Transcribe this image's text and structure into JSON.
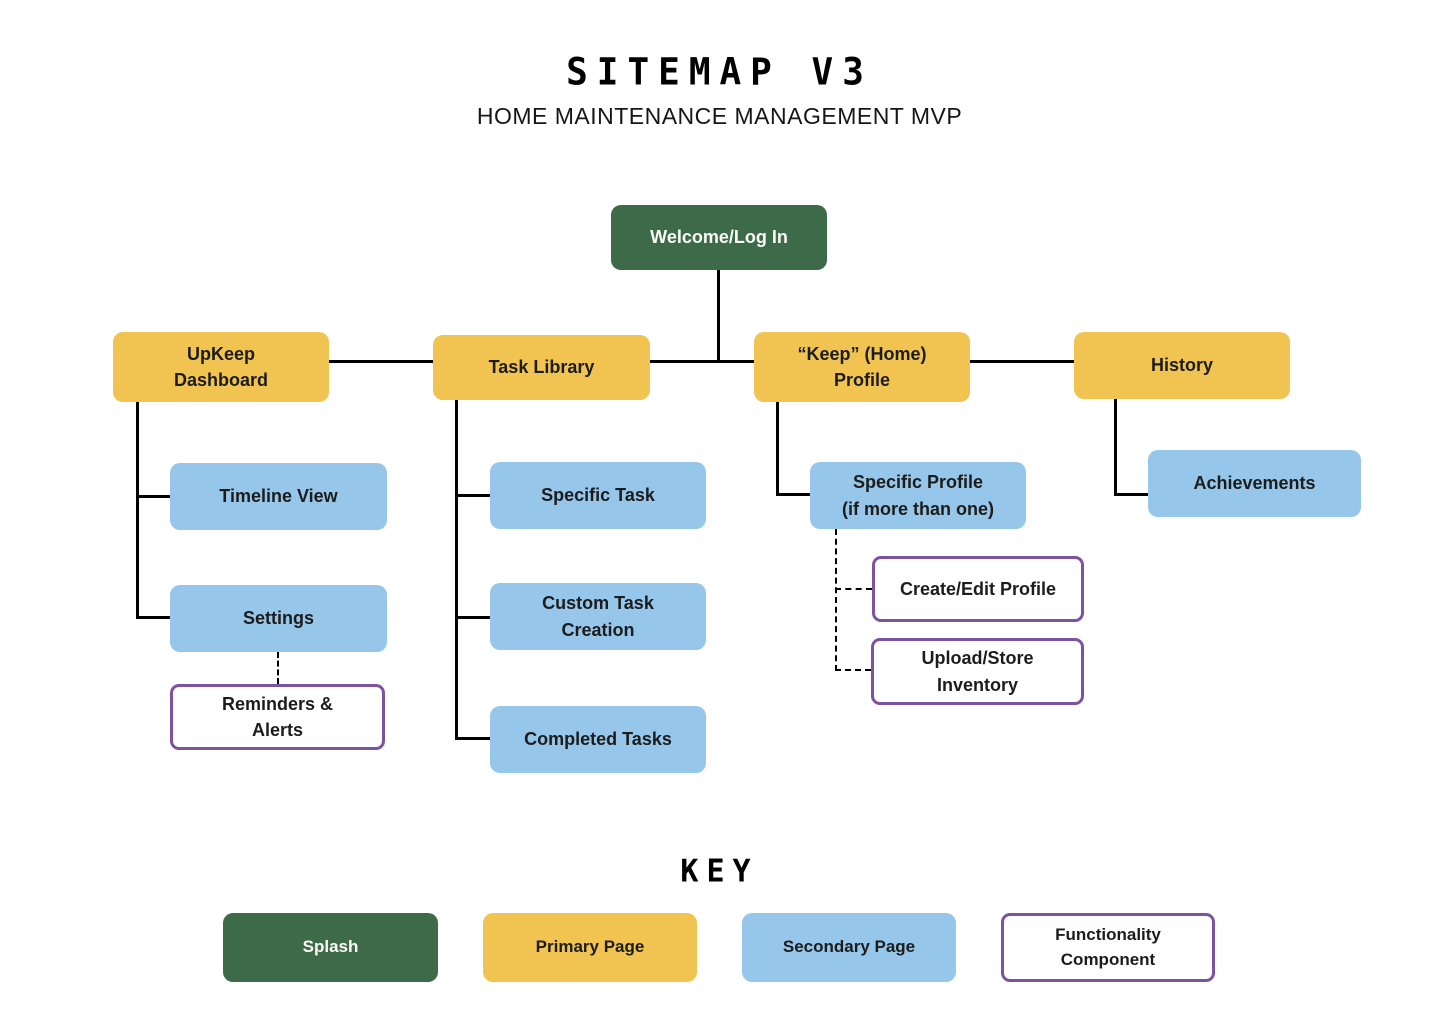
{
  "header": {
    "title": "SITEMAP V3",
    "subtitle": "HOME MAINTENANCE MANAGEMENT MVP"
  },
  "nodes": {
    "welcome": {
      "label": "Welcome/Log In",
      "type": "splash"
    },
    "upkeep_dashboard": {
      "label": "UpKeep\nDashboard",
      "type": "primary"
    },
    "task_library": {
      "label": "Task Library",
      "type": "primary"
    },
    "keep_home_profile": {
      "label": "“Keep” (Home)\nProfile",
      "type": "primary"
    },
    "history": {
      "label": "History",
      "type": "primary"
    },
    "timeline_view": {
      "label": "Timeline View",
      "type": "secondary"
    },
    "settings": {
      "label": "Settings",
      "type": "secondary"
    },
    "reminders_alerts": {
      "label": "Reminders &\nAlerts",
      "type": "functionality"
    },
    "specific_task": {
      "label": "Specific Task",
      "type": "secondary"
    },
    "custom_task_creation": {
      "label": "Custom Task\nCreation",
      "type": "secondary"
    },
    "completed_tasks": {
      "label": "Completed Tasks",
      "type": "secondary"
    },
    "specific_profile": {
      "label": "Specific Profile\n(if more than one)",
      "type": "secondary"
    },
    "create_edit_profile": {
      "label": "Create/Edit Profile",
      "type": "functionality"
    },
    "upload_store_inventory": {
      "label": "Upload/Store\nInventory",
      "type": "functionality"
    },
    "achievements": {
      "label": "Achievements",
      "type": "secondary"
    }
  },
  "key": {
    "title": "KEY",
    "items": [
      {
        "label": "Splash",
        "type": "splash"
      },
      {
        "label": "Primary Page",
        "type": "primary"
      },
      {
        "label": "Secondary Page",
        "type": "secondary"
      },
      {
        "label": "Functionality\nComponent",
        "type": "functionality"
      }
    ]
  },
  "colors": {
    "splash-green": "#3d6b4a",
    "primary-yellow": "#f1c351",
    "secondary-blue": "#96c7ea",
    "functionality-purple": "#7d52a3",
    "text-dark": "#1c1c1c",
    "text-light": "#fbfbf6",
    "line-black": "#000000"
  }
}
